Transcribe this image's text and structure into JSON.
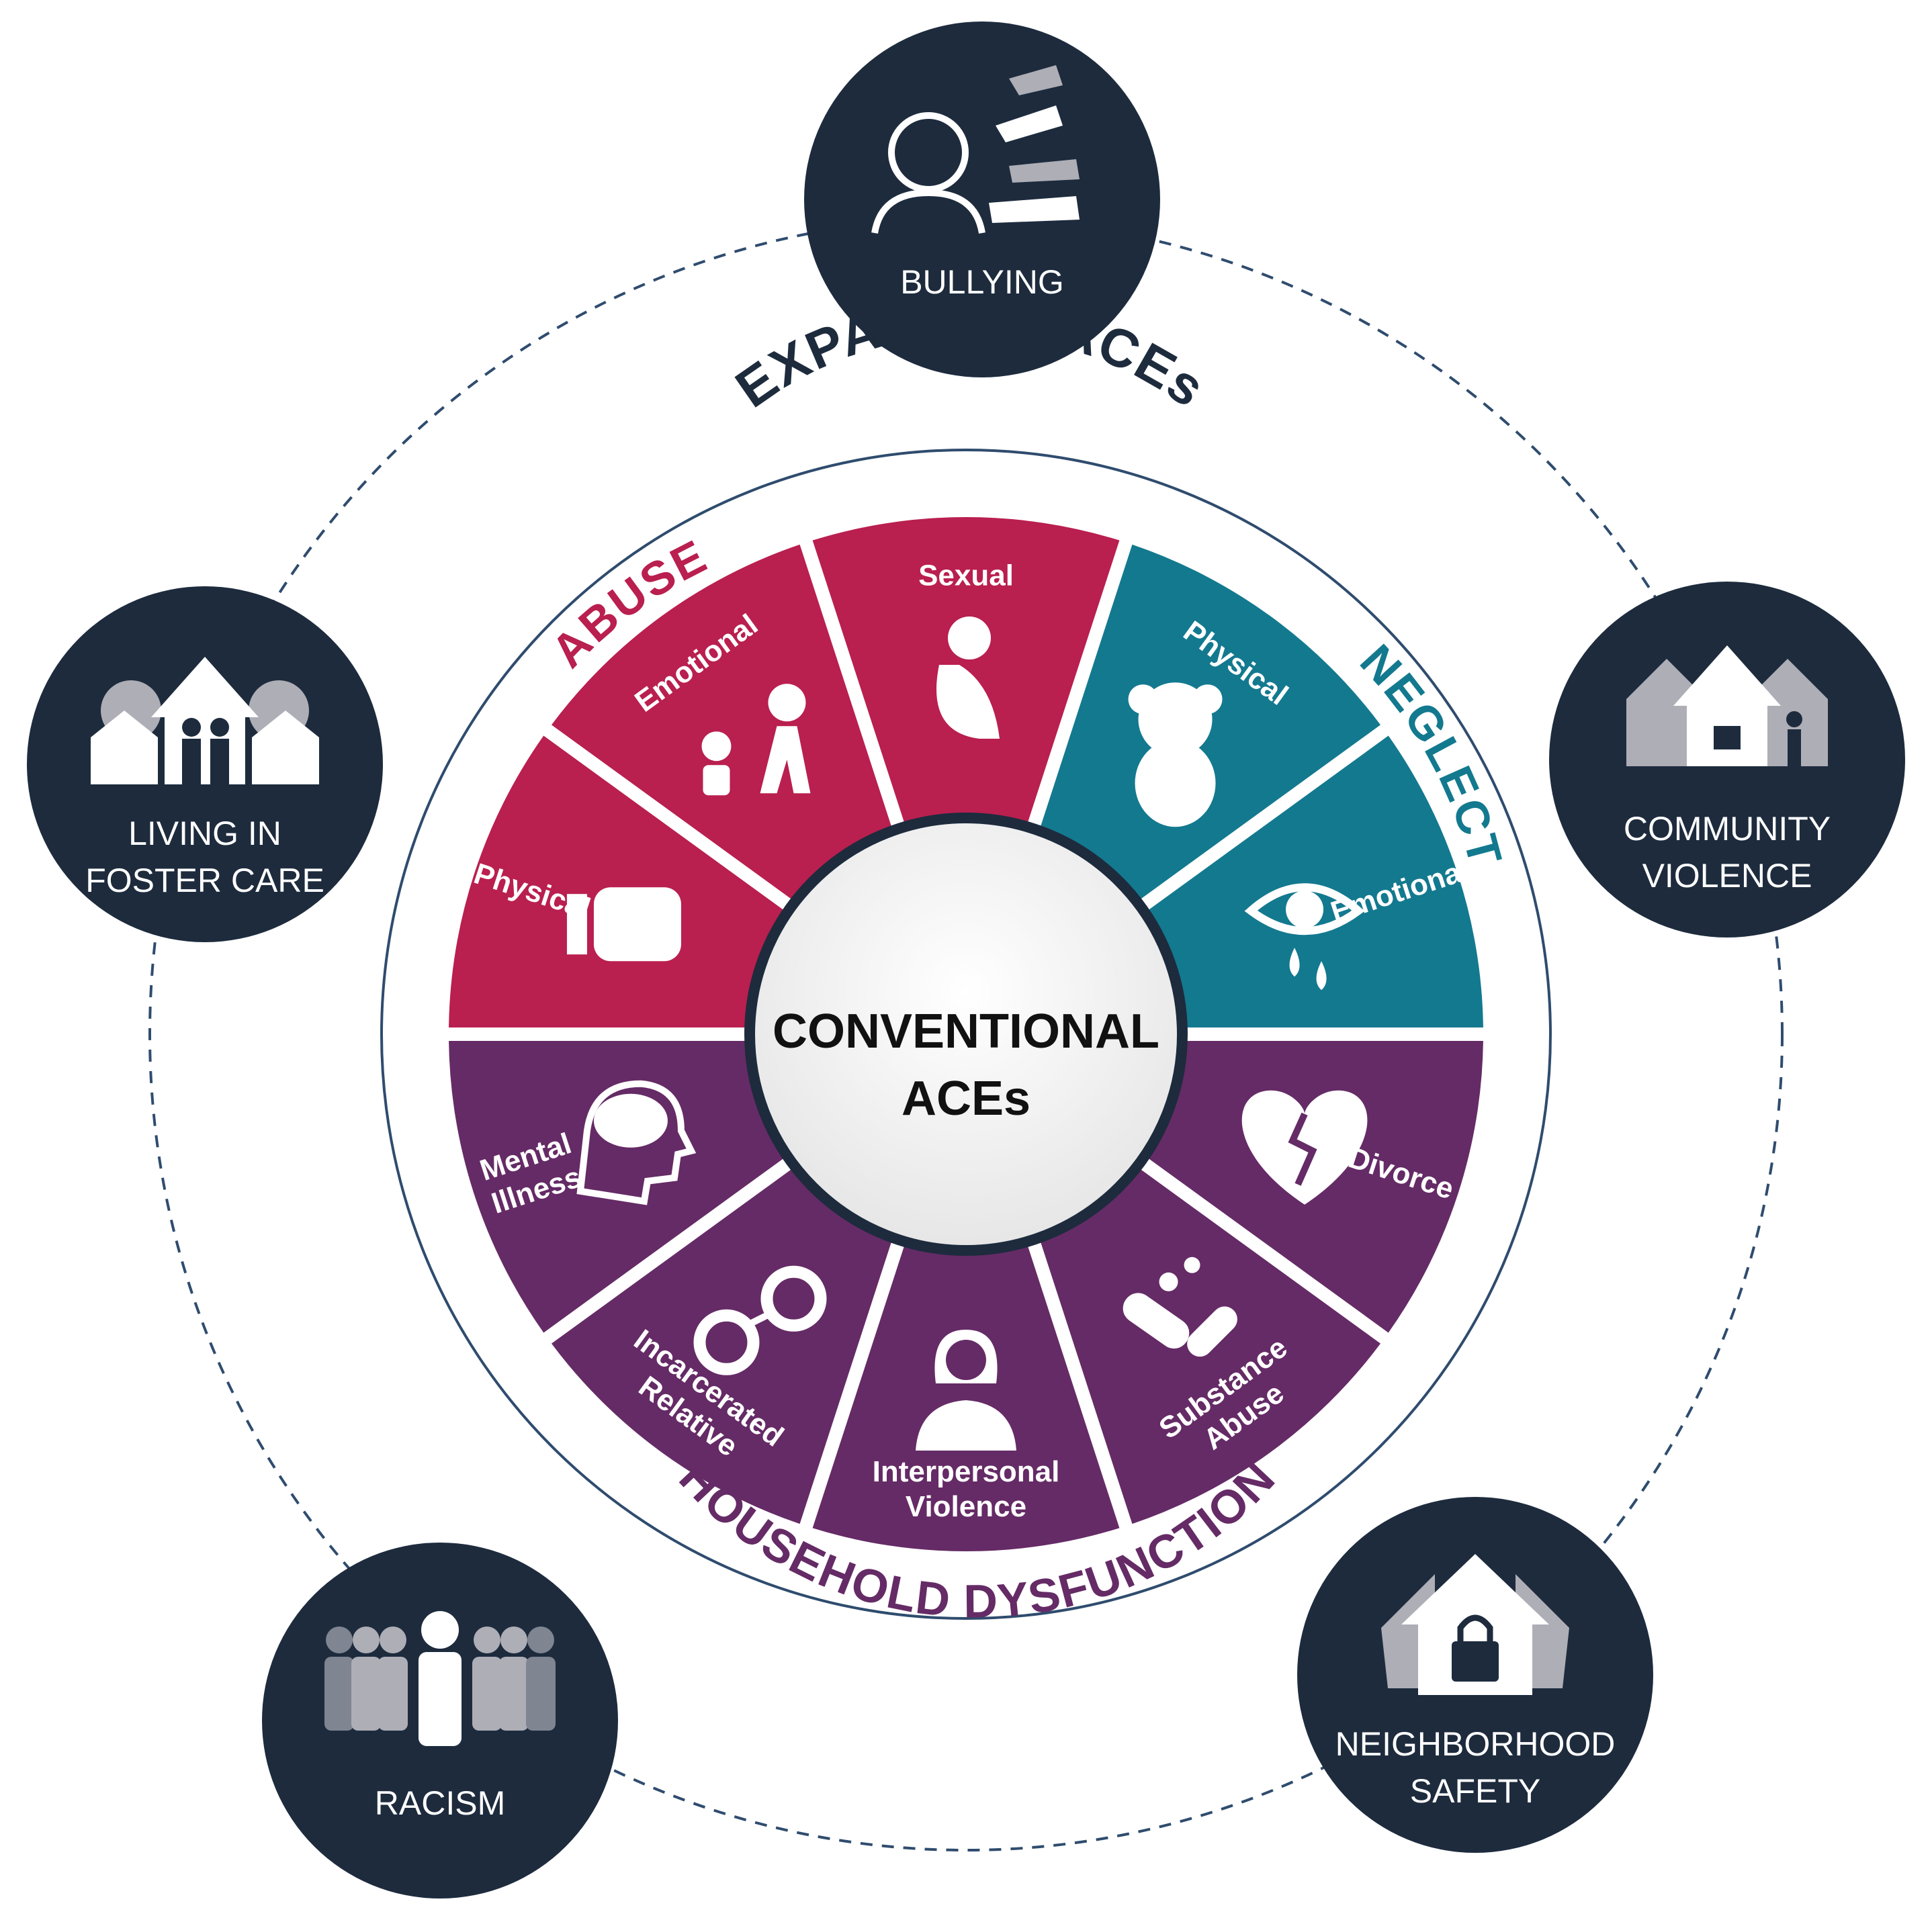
{
  "colors": {
    "abuse": "#b91f4f",
    "neglect": "#13798f",
    "household": "#652b66",
    "navy": "#1d2b3d",
    "ring": "#2f4c6e",
    "outer_gray": "#aeaeb6",
    "center_fill": "#f2f2f2",
    "white": "#ffffff"
  },
  "center": {
    "line1": "CONVENTIONAL",
    "line2": "ACEs"
  },
  "ring_title": "EXPANDED ACEs",
  "categories": {
    "abuse": "ABUSE",
    "neglect": "NEGLECT",
    "household": "HOUSEHOLD DYSFUNCTION"
  },
  "segments": [
    {
      "label": "Sexual",
      "category": "abuse",
      "icon": "hunched-child-icon"
    },
    {
      "label": "Physical",
      "category": "neglect",
      "icon": "teddy-bear-icon"
    },
    {
      "label": "Emotional",
      "category": "neglect",
      "icon": "crying-eye-icon"
    },
    {
      "label": "Divorce",
      "category": "household",
      "icon": "broken-heart-icon"
    },
    {
      "label": "Substance Abuse",
      "category": "household",
      "icon": "pills-icon"
    },
    {
      "label": "Interpersonal Violence",
      "category": "household",
      "icon": "woman-icon"
    },
    {
      "label": "Incarcerated Relative",
      "category": "household",
      "icon": "handcuffs-icon"
    },
    {
      "label": "Mental Illness",
      "category": "household",
      "icon": "brain-head-icon"
    },
    {
      "label": "Physical",
      "category": "abuse",
      "icon": "fist-icon"
    },
    {
      "label": "Emotional",
      "category": "abuse",
      "icon": "yelling-adult-icon"
    }
  ],
  "expanded": [
    {
      "id": "bullying",
      "lines": [
        "BULLYING"
      ],
      "icon": "bullying-icon"
    },
    {
      "id": "community-violence",
      "lines": [
        "COMMUNITY",
        "VIOLENCE"
      ],
      "icon": "community-houses-icon"
    },
    {
      "id": "neighborhood-safety",
      "lines": [
        "NEIGHBORHOOD",
        "SAFETY"
      ],
      "icon": "locked-house-icon"
    },
    {
      "id": "racism",
      "lines": [
        "RACISM"
      ],
      "icon": "crowd-icon"
    },
    {
      "id": "foster-care",
      "lines": [
        "LIVING IN",
        "FOSTER CARE"
      ],
      "icon": "foster-family-icon"
    }
  ]
}
